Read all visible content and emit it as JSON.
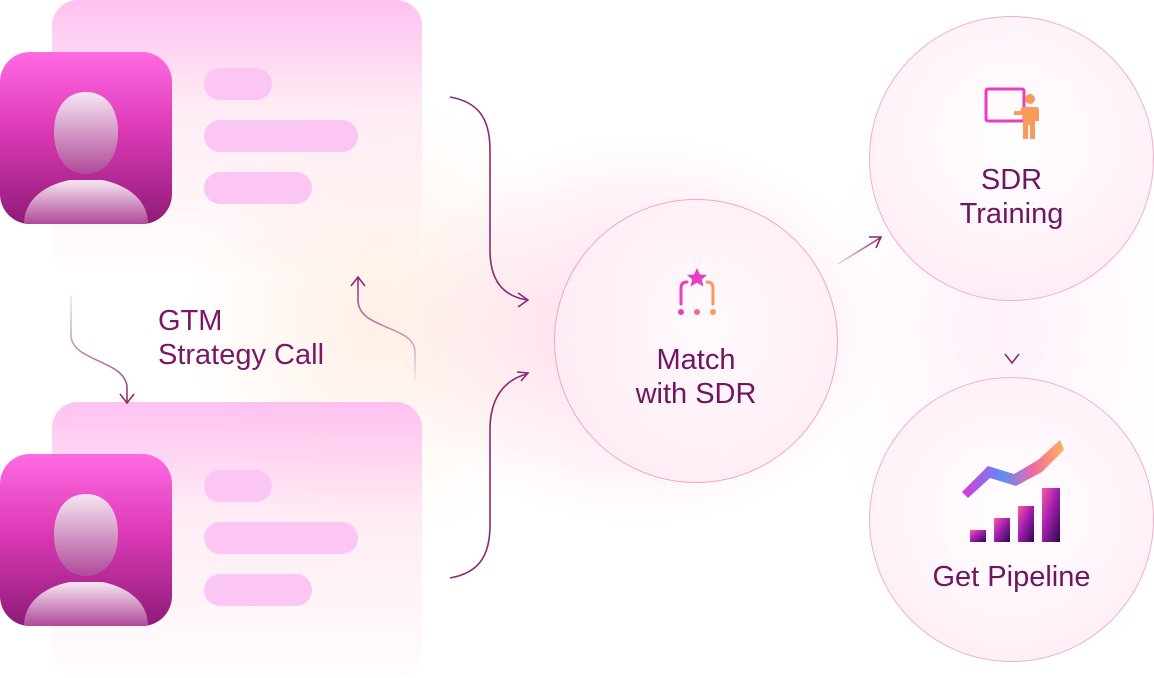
{
  "labels": {
    "gtm_line1": "GTM",
    "gtm_line2": "Strategy Call"
  },
  "steps": {
    "match": {
      "line1": "Match",
      "line2": "with SDR",
      "icon": "match-icon"
    },
    "training": {
      "line1": "SDR",
      "line2": "Training",
      "icon": "presentation-icon"
    },
    "pipeline": {
      "line1": "Get Pipeline",
      "icon": "growth-chart-icon"
    }
  },
  "colors": {
    "text": "#6f1660",
    "accent_pink": "#e93dc4",
    "accent_orange": "#f79a5a",
    "arrow": "#8a2a72"
  }
}
